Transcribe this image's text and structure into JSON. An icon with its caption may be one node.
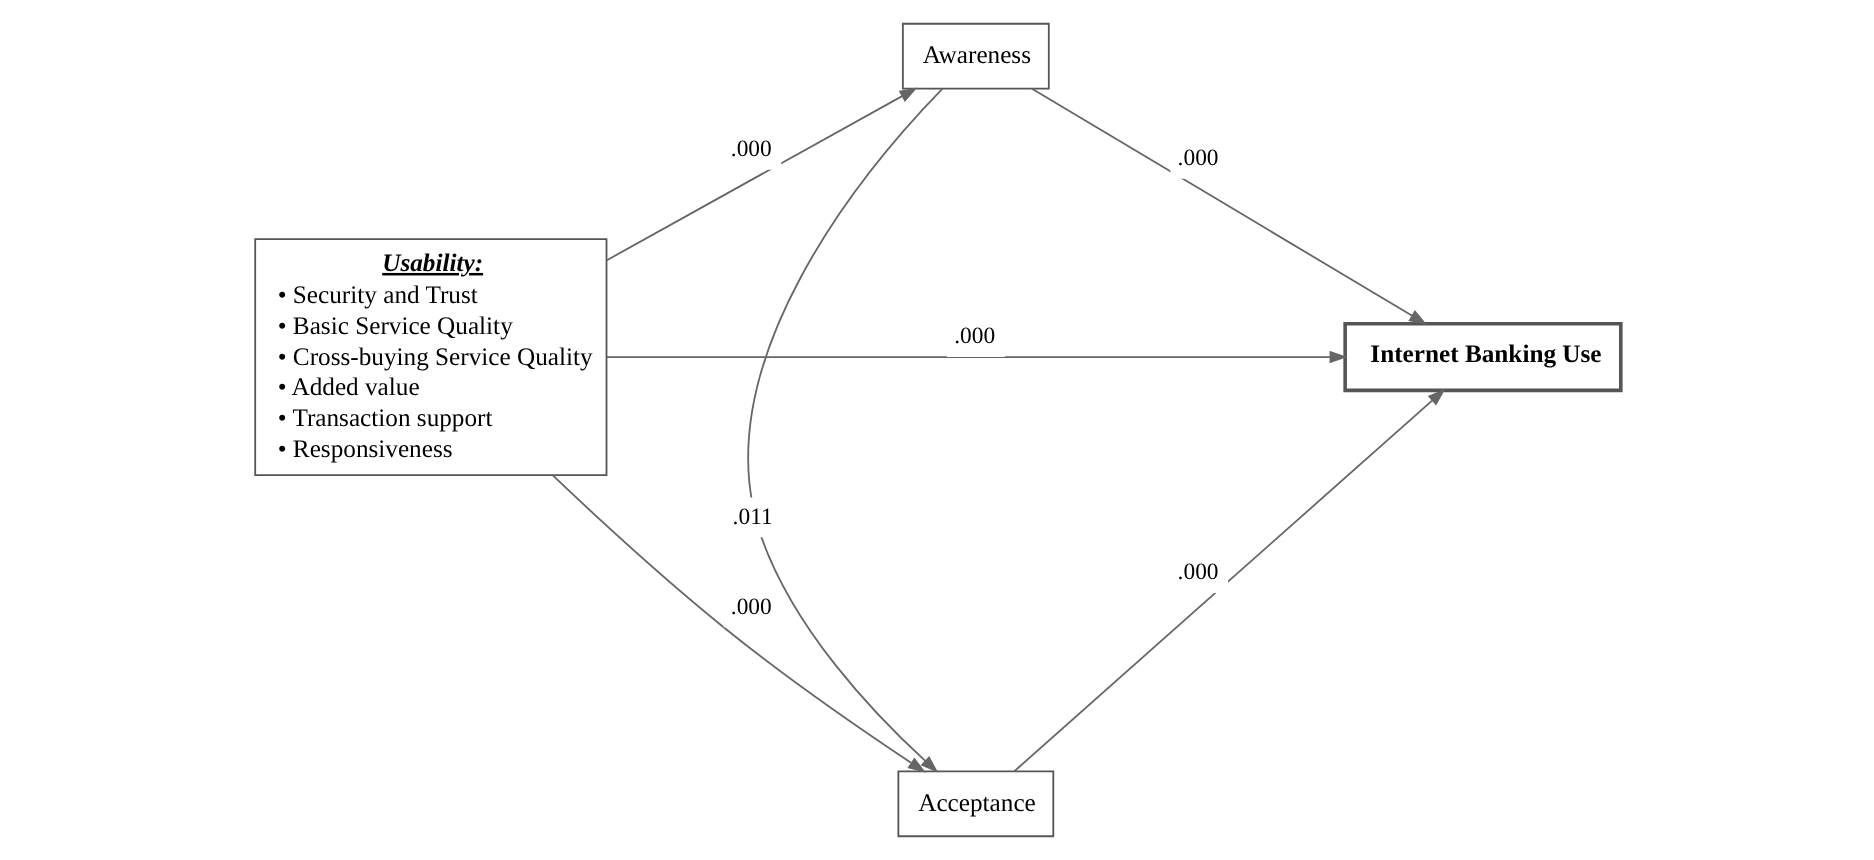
{
  "diagram": {
    "nodes": [
      {
        "text": [
          "Awareness"
        ]
      },
      {
        "text": [
          "Usability:",
          "• Security and Trust",
          "• Basic Service Quality",
          "• Cross-buying Service Quality",
          "• Added value",
          "• Transaction support",
          "• Responsiveness"
        ]
      },
      {
        "text": [
          "Internet Banking Use"
        ]
      },
      {
        "text": [
          "Acceptance"
        ]
      }
    ],
    "edges": [
      {
        "from": 1,
        "to": 0,
        "arrow": "to",
        "label": ".000"
      },
      {
        "from": 0,
        "to": 2,
        "arrow": "to",
        "label": ".000"
      },
      {
        "from": 0,
        "to": 3,
        "arrow": "to",
        "label": ".011"
      },
      {
        "from": 1,
        "to": 2,
        "arrow": "to",
        "label": ".000"
      },
      {
        "from": 1,
        "to": 3,
        "arrow": "to",
        "label": ".000"
      },
      {
        "from": 3,
        "to": 2,
        "arrow": "to",
        "label": ".000"
      }
    ]
  }
}
